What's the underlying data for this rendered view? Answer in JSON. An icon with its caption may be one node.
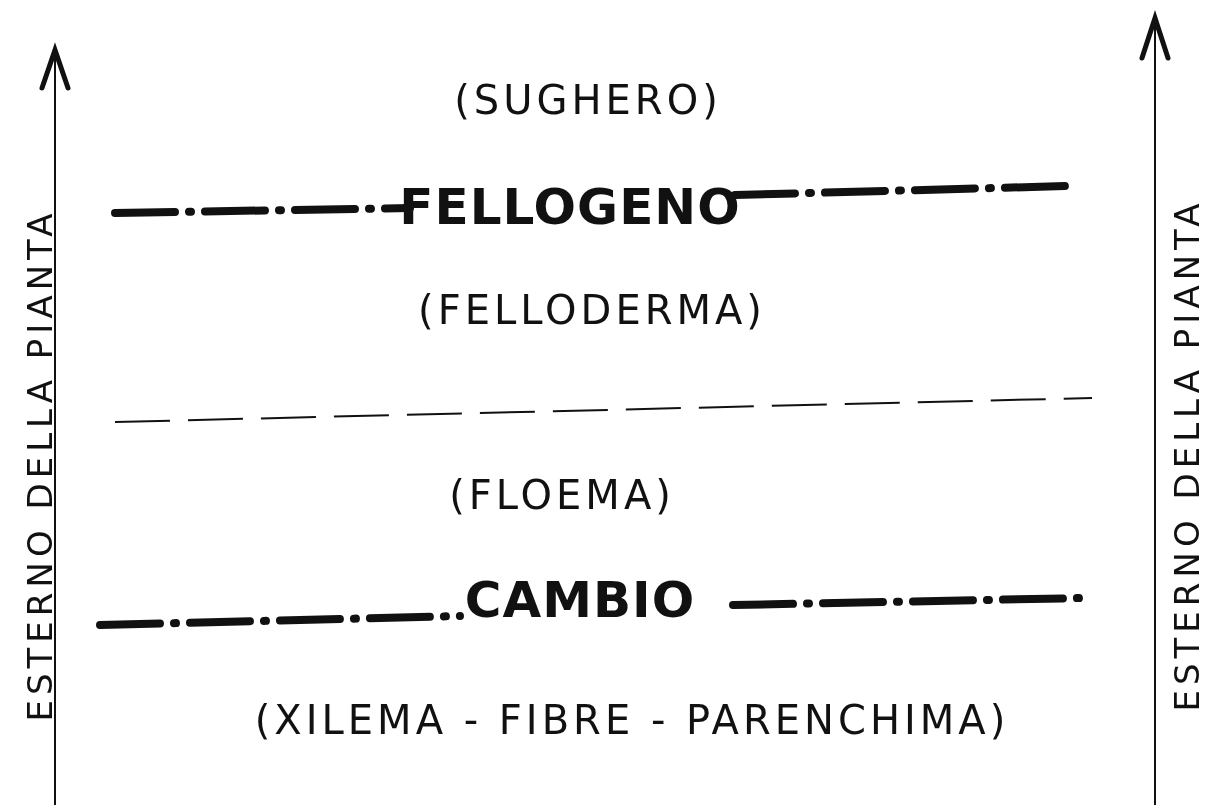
{
  "diagram": {
    "labels": [
      "ESTERNO DELLA PIANTA",
      "(SUGHERO)",
      "FELLOGENO",
      "(FELLODERMA)",
      "(FLOEMA)",
      "CAMBIO",
      "(XILEMA - FIBRE - PARENCHIMA)",
      "ESTERNO DELLA PIANTA"
    ]
  }
}
